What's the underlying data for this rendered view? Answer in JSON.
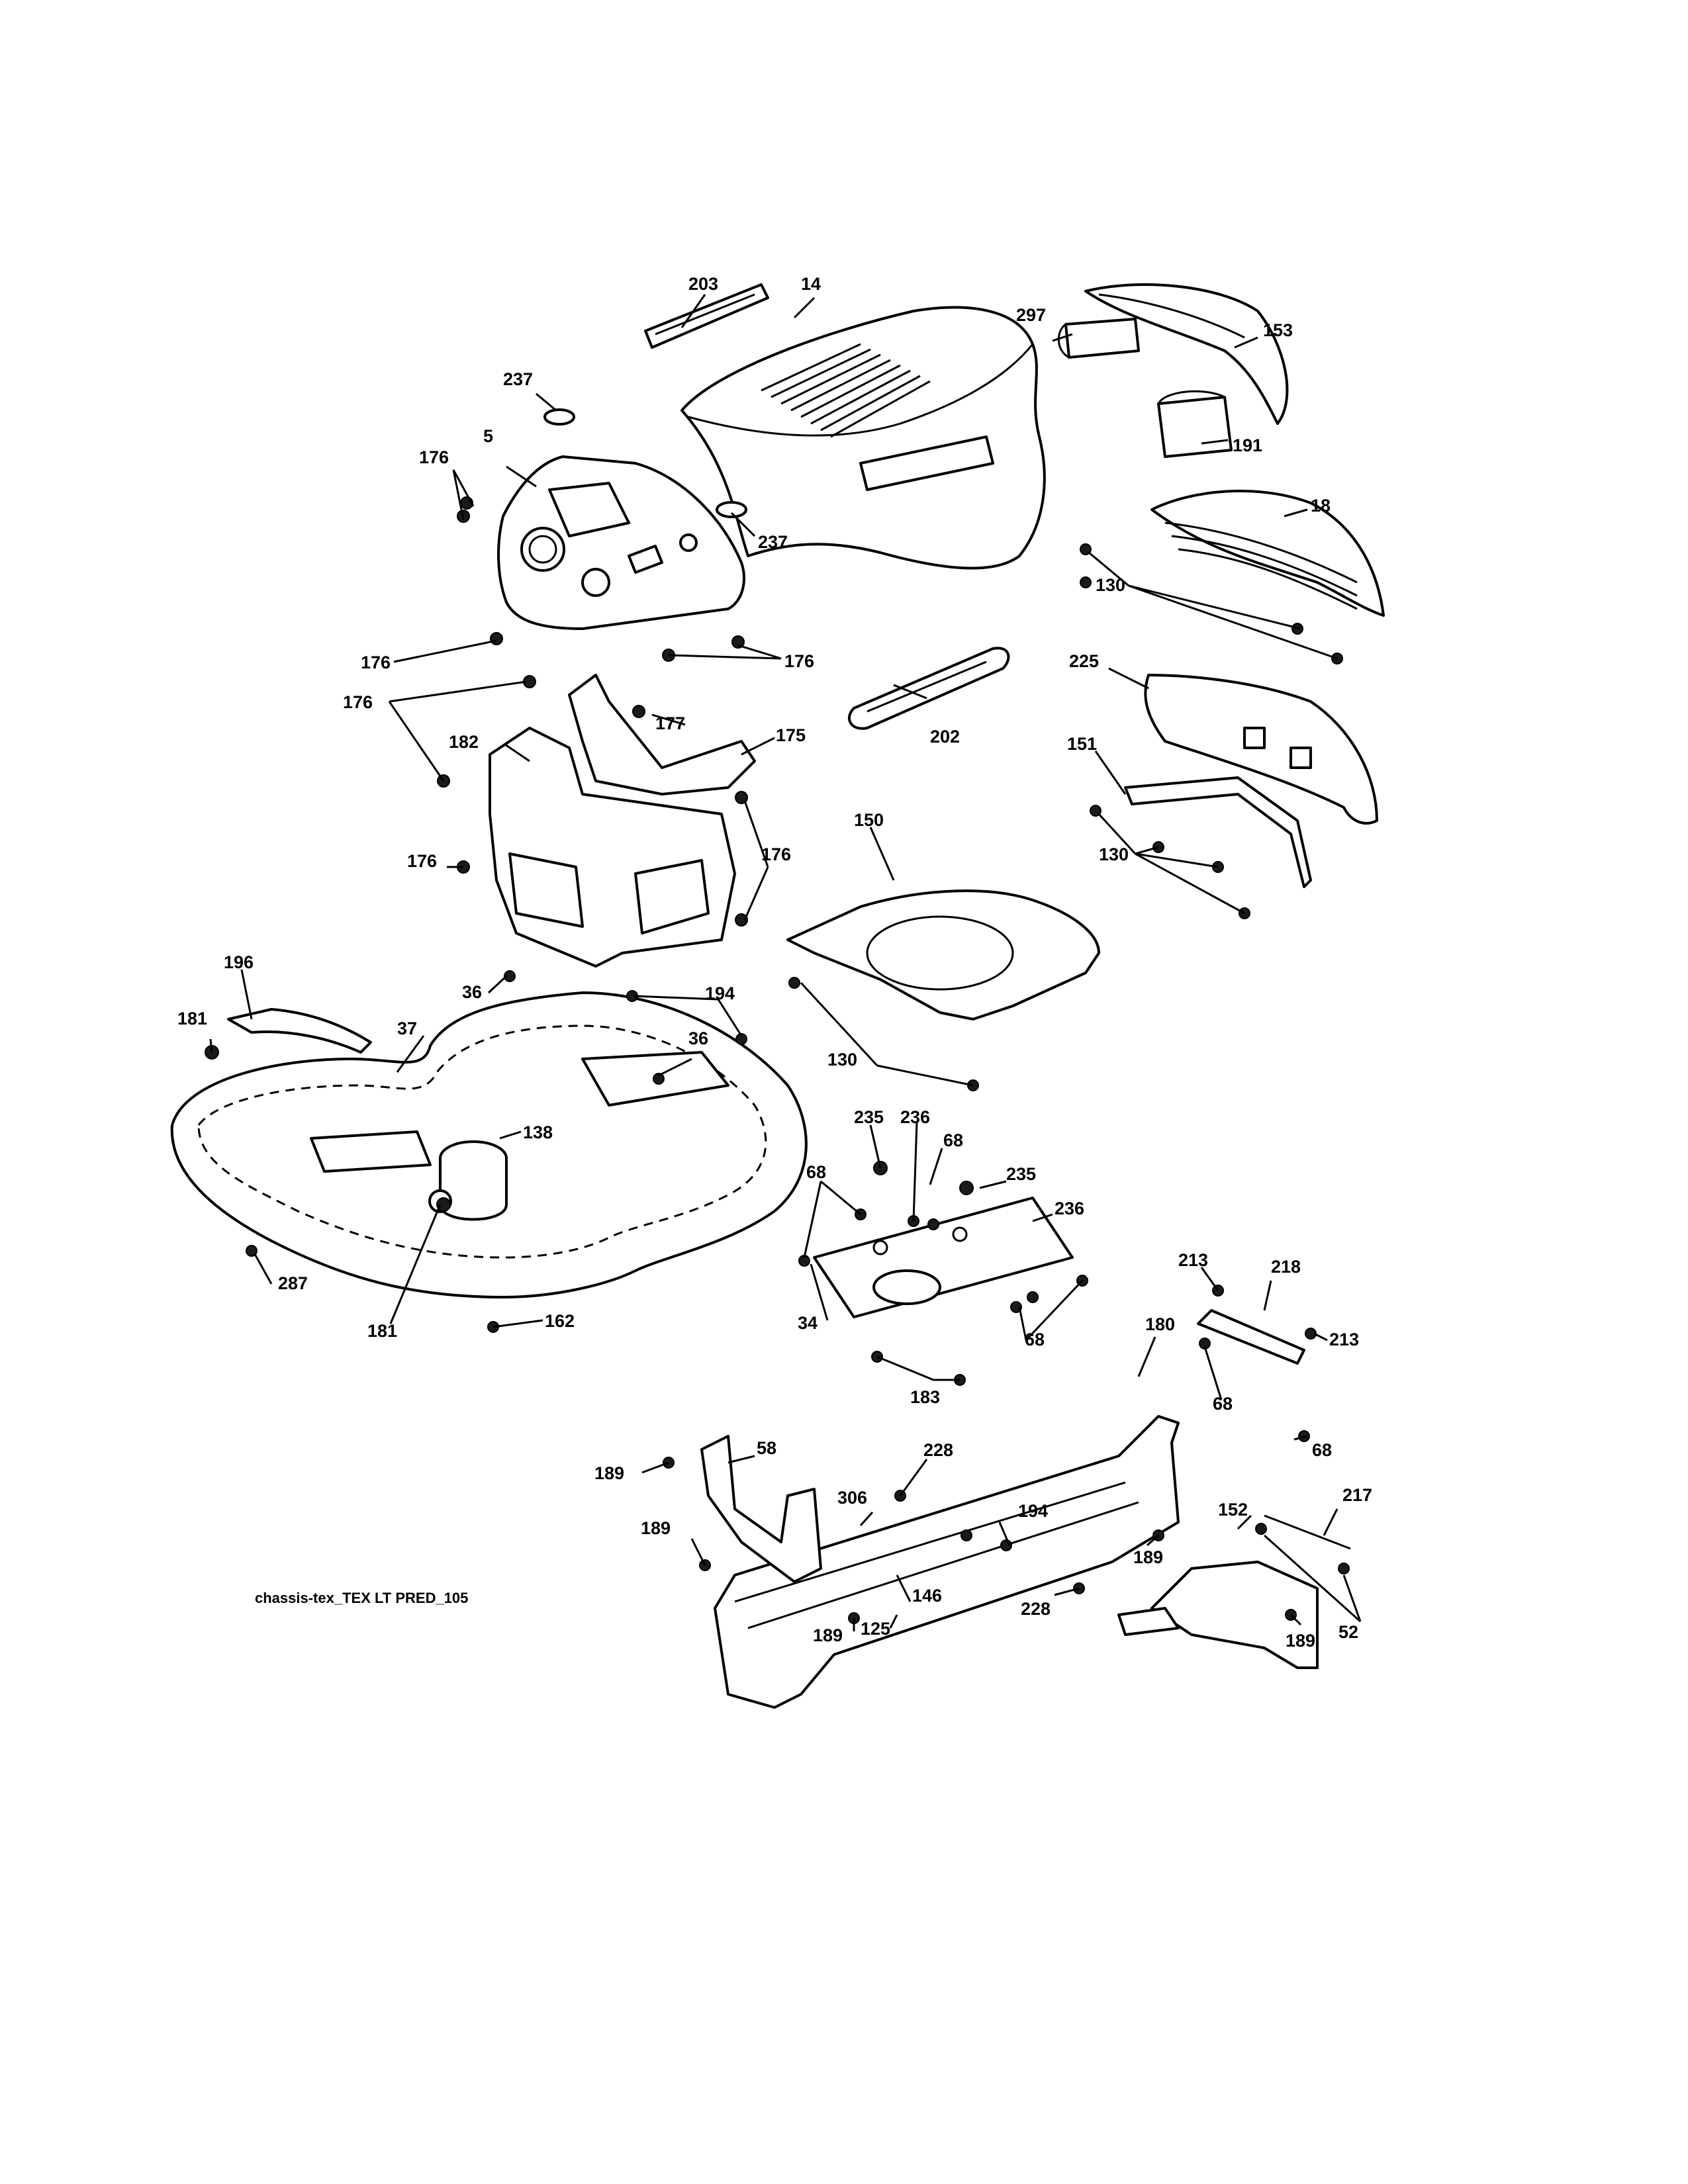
{
  "diagram": {
    "caption": "chassis-tex_TEX LT PRED_105",
    "callouts": [
      {
        "label": "203"
      },
      {
        "label": "14"
      },
      {
        "label": "297"
      },
      {
        "label": "153"
      },
      {
        "label": "237"
      },
      {
        "label": "191"
      },
      {
        "label": "176"
      },
      {
        "label": "5"
      },
      {
        "label": "237"
      },
      {
        "label": "18"
      },
      {
        "label": "130"
      },
      {
        "label": "176"
      },
      {
        "label": "176"
      },
      {
        "label": "225"
      },
      {
        "label": "176"
      },
      {
        "label": "177"
      },
      {
        "label": "175"
      },
      {
        "label": "202"
      },
      {
        "label": "182"
      },
      {
        "label": "151"
      },
      {
        "label": "150"
      },
      {
        "label": "176"
      },
      {
        "label": "176"
      },
      {
        "label": "130"
      },
      {
        "label": "196"
      },
      {
        "label": "36"
      },
      {
        "label": "194"
      },
      {
        "label": "181"
      },
      {
        "label": "37"
      },
      {
        "label": "36"
      },
      {
        "label": "130"
      },
      {
        "label": "138"
      },
      {
        "label": "235"
      },
      {
        "label": "236"
      },
      {
        "label": "68"
      },
      {
        "label": "68"
      },
      {
        "label": "235"
      },
      {
        "label": "236"
      },
      {
        "label": "287"
      },
      {
        "label": "181"
      },
      {
        "label": "162"
      },
      {
        "label": "34"
      },
      {
        "label": "68"
      },
      {
        "label": "183"
      },
      {
        "label": "213"
      },
      {
        "label": "218"
      },
      {
        "label": "180"
      },
      {
        "label": "213"
      },
      {
        "label": "68"
      },
      {
        "label": "58"
      },
      {
        "label": "228"
      },
      {
        "label": "68"
      },
      {
        "label": "189"
      },
      {
        "label": "306"
      },
      {
        "label": "194"
      },
      {
        "label": "217"
      },
      {
        "label": "152"
      },
      {
        "label": "189"
      },
      {
        "label": "146"
      },
      {
        "label": "189"
      },
      {
        "label": "228"
      },
      {
        "label": "125"
      },
      {
        "label": "189"
      },
      {
        "label": "189"
      },
      {
        "label": "52"
      }
    ]
  }
}
